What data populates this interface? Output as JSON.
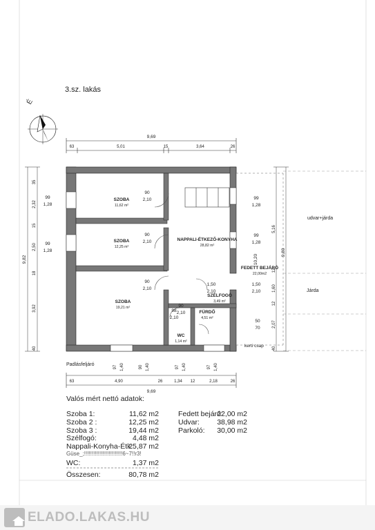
{
  "plan": {
    "title": "3.sz. lakás",
    "north_label": "É",
    "rooms": [
      {
        "name": "SZOBA",
        "area": "11,62 m²"
      },
      {
        "name": "SZOBA",
        "area": "12,25 m²"
      },
      {
        "name": "SZOBA",
        "area": "19,21 m²"
      },
      {
        "name": "NAPPALI-ÉTKEZŐ-KONYHA",
        "area": "28,82 m²"
      },
      {
        "name": "FEDETT BEJÁRÓ",
        "area": "22,00m2"
      },
      {
        "name": "SZÉLFOGÓ",
        "area": "3,49 m²"
      },
      {
        "name": "FÜRDŐ",
        "area": "4,51 m²"
      },
      {
        "name": "WC",
        "area": "1,14 m²"
      }
    ],
    "top_total": "9,69",
    "top_dims": [
      "63",
      "5,01",
      "15",
      "3,64",
      "26"
    ],
    "bottom_total": "9,69",
    "bottom_dims": [
      "63",
      "4,90",
      "26",
      "1,34",
      "12",
      "2,18",
      "26"
    ],
    "left_total": "9,82",
    "left_dims": [
      "35",
      "2,32",
      "15",
      "2,50",
      "18",
      "3,92",
      "40"
    ],
    "right_total": "9,80",
    "right_inner": "10,20",
    "right_dims": [
      "5,16",
      "12",
      "1,60",
      "12",
      "2,07",
      "40"
    ],
    "door_labels": [
      {
        "top": "90",
        "bottom": "2,10"
      },
      {
        "top": "90",
        "bottom": "2,10"
      },
      {
        "top": "90",
        "bottom": "2,10"
      },
      {
        "top": "1,50",
        "bottom": "2,10"
      },
      {
        "top": "90",
        "bottom": "2,10"
      },
      {
        "top": "98",
        "bottom": "2,10"
      }
    ],
    "window_labels": [
      {
        "top": "99",
        "bottom": "1,28"
      },
      {
        "top": "99",
        "bottom": "1,28"
      },
      {
        "top": "99",
        "bottom": "1,28"
      },
      {
        "top": "99",
        "bottom": "1,28"
      },
      {
        "top": "1,50",
        "bottom": "2,10"
      },
      {
        "top": "50",
        "bottom": "70"
      }
    ],
    "bottom_windows": [
      {
        "a": "97",
        "b": "1,40"
      },
      {
        "a": "90",
        "b": "1,40"
      },
      {
        "a": "97",
        "b": "1,40"
      },
      {
        "a": "97",
        "b": "1,40"
      }
    ],
    "outside_labels": {
      "yard": "udvar+járda",
      "sidewalk": "Járda",
      "tap": "kerti csap",
      "attic": "Padlásfeljáró"
    }
  },
  "areas": {
    "heading": "Valós mért nettó adatok:",
    "left_rows": [
      {
        "label": "Szoba 1:",
        "value": "11,62 m2"
      },
      {
        "label": "Szoba 2 :",
        "value": "12,25 m2"
      },
      {
        "label": "Szoba 3 :",
        "value": "19,44 m2"
      },
      {
        "label": "Szélfogó:",
        "value": "4,48 m2"
      },
      {
        "label": "Nappali-Konyha-Étk:",
        "value": "25,87 m2"
      },
      {
        "label": "Güse_;!!!!!!!!!!!!!!!!!!!!!!!!!6~7!!r3!",
        "value": ""
      },
      {
        "label": "WC:",
        "value": "1,37 m2"
      }
    ],
    "right_rows": [
      {
        "label": "Fedett bejáró:",
        "value": "22,00 m2"
      },
      {
        "label": "Udvar:",
        "value": "38,98 m2"
      },
      {
        "label": "Parkoló:",
        "value": "30,00 m2"
      }
    ],
    "total": {
      "label": "Összesen:",
      "value": "80,78 m2"
    }
  },
  "watermark": {
    "text": "ELADO.LAKAS.HU"
  }
}
